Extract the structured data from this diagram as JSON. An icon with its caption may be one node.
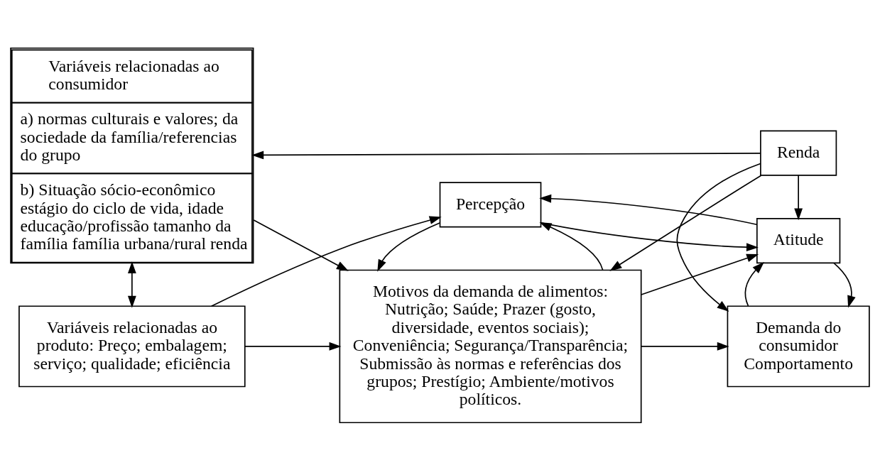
{
  "diagram": {
    "nodes": [
      {
        "text": [
          "Variáveis relacionadas ao consumidor",
          "a) normas culturais e valores; da sociedade da família/referencias do grupo",
          "b) Situação sócio-econômico estágio do ciclo de vida, idade educação/profissão tamanho da família família urbana/rural renda"
        ]
      },
      {
        "text": [
          "Renda"
        ]
      },
      {
        "text": [
          "Motivos da demanda de alimentos:",
          "Nutrição; Saúde; Prazer (gosto, diversidade, eventos sociais); Conveniência; Segurança/Transparência; Submissão às normas e referências dos grupos; Prestígio; Ambiente/motivos políticos."
        ]
      },
      {
        "text": [
          "Demanda do consumidor Comportamento"
        ]
      },
      {
        "text": [
          "Variáveis relacionadas ao produto: Preço; embalagem; serviço; qualidade; eficiência"
        ]
      },
      {
        "text": [
          "Percepção"
        ]
      },
      {
        "text": [
          "Atitude"
        ]
      }
    ],
    "edges": [
      {
        "from": 1,
        "to": 0,
        "arrow": "to"
      },
      {
        "from": 1,
        "to": 2,
        "arrow": "to"
      },
      {
        "from": 1,
        "to": 3,
        "arrow": "to"
      },
      {
        "from": 1,
        "to": 6,
        "arrow": "to"
      },
      {
        "from": 0,
        "to": 2,
        "arrow": "to"
      },
      {
        "from": 0,
        "to": 4,
        "arrow": "both"
      },
      {
        "from": 4,
        "to": 2,
        "arrow": "to"
      },
      {
        "from": 4,
        "to": 5,
        "arrow": "to"
      },
      {
        "from": 2,
        "to": 3,
        "arrow": "to"
      },
      {
        "from": 2,
        "to": 6,
        "arrow": "to"
      },
      {
        "from": 2,
        "to": 5,
        "arrow": "to"
      },
      {
        "from": 5,
        "to": 2,
        "arrow": "to"
      },
      {
        "from": 6,
        "to": 3,
        "arrow": "to"
      },
      {
        "from": 3,
        "to": 6,
        "arrow": "to"
      },
      {
        "from": 5,
        "to": 6,
        "arrow": "to"
      },
      {
        "from": 6,
        "to": 5,
        "arrow": "to"
      }
    ]
  }
}
